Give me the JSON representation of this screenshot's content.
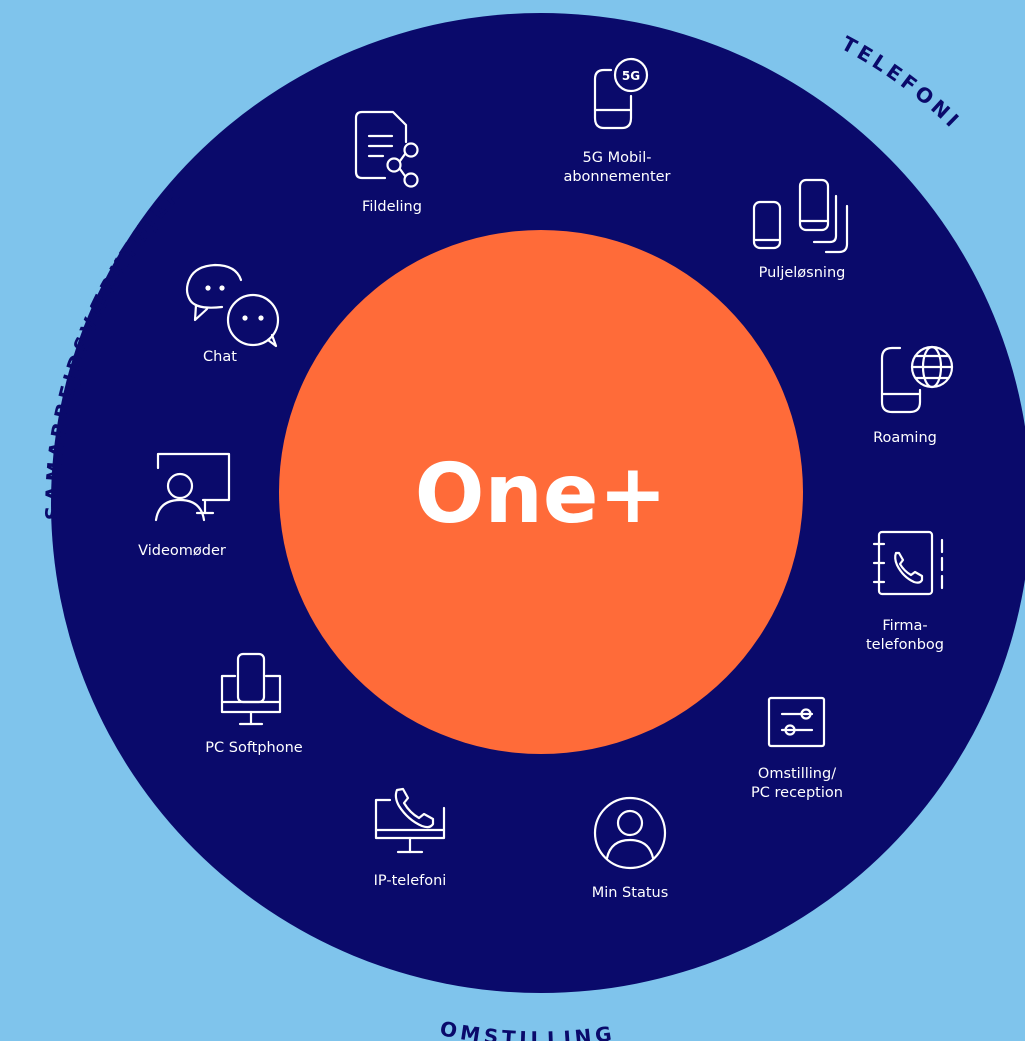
{
  "center": {
    "title": "One+"
  },
  "ring_labels": {
    "collaboration": "SAMARBEJDSVÆRKTØJER",
    "telephony": "TELEFONI",
    "switchboard": "OMSTILLING"
  },
  "items": {
    "mobile5g": {
      "line1": "5G Mobil-",
      "line2": "abonnementer",
      "icon": "5g-phone-icon"
    },
    "pool": {
      "label": "Puljeløsning",
      "icon": "phones-pool-icon"
    },
    "roaming": {
      "label": "Roaming",
      "icon": "phone-globe-icon"
    },
    "phonebook": {
      "line1": "Firma-",
      "line2": "telefonbog",
      "icon": "phonebook-icon"
    },
    "switching": {
      "line1": "Omstilling/",
      "line2": "PC reception",
      "icon": "sliders-panel-icon"
    },
    "status": {
      "label": "Min Status",
      "icon": "user-circle-icon"
    },
    "ip": {
      "label": "IP-telefoni",
      "icon": "monitor-phone-icon"
    },
    "softphone": {
      "label": "PC Softphone",
      "icon": "monitor-mobile-icon"
    },
    "video": {
      "label": "Videomøder",
      "icon": "presenter-screen-icon"
    },
    "chat": {
      "label": "Chat",
      "icon": "chat-bubbles-icon"
    },
    "files": {
      "label": "Fildeling",
      "icon": "file-share-icon"
    }
  },
  "colors": {
    "background": "#7fc4ec",
    "ring": "#0a0a6b",
    "center": "#ff6b39",
    "text_on_dark": "#ffffff"
  }
}
